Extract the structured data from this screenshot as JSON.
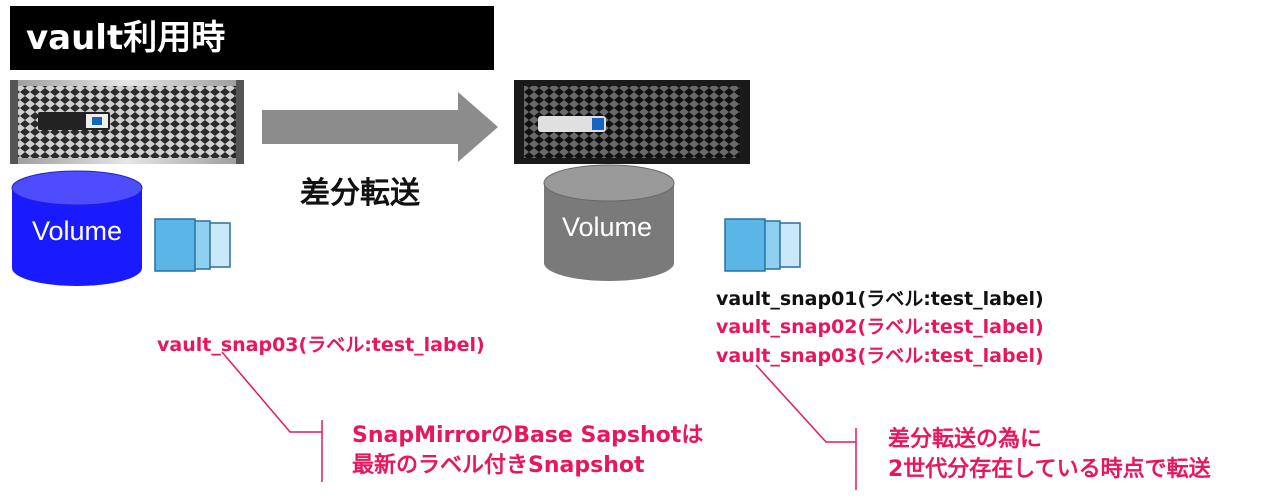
{
  "title": "vault利用時",
  "transfer_label": "差分転送",
  "source": {
    "volume_label": "Volume",
    "volume_color": "#1a1aff",
    "snapshots": [
      {
        "text": "vault_snap03(ラベル:test_label)",
        "color": "#e8175d"
      }
    ]
  },
  "destination": {
    "volume_label": "Volume",
    "volume_color": "#7a7a7a",
    "snapshots": [
      {
        "text": "vault_snap01(ラベル:test_label)",
        "color": "#111111"
      },
      {
        "text": "vault_snap02(ラベル:test_label)",
        "color": "#e8175d"
      },
      {
        "text": "vault_snap03(ラベル:test_label)",
        "color": "#e8175d"
      }
    ]
  },
  "notes": {
    "left_line1": "SnapMirrorのBase Sapshotは",
    "left_line2": "最新のラベル付きSnapshot",
    "right_line1": "差分転送の為に",
    "right_line2": "2世代分存在している時点で転送"
  },
  "colors": {
    "accent": "#e8175d",
    "arrow": "#8c8c8c",
    "snapshot_fill": "#5bb6e8"
  }
}
